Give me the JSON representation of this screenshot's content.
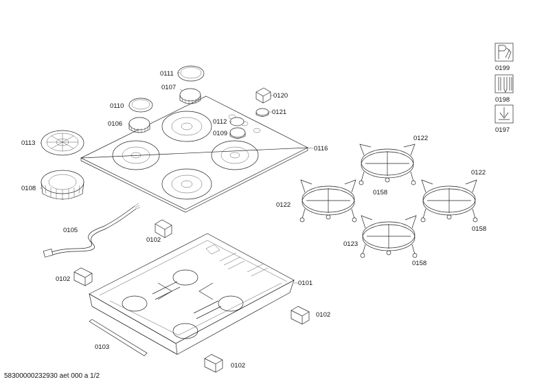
{
  "labels": {
    "p0111": "0111",
    "p0107": "0107",
    "p0120": "0120",
    "p0110": "0110",
    "p0121": "0121",
    "p0112": "0112",
    "p0106": "0106",
    "p0109": "0109",
    "p0113": "0113",
    "p0116": "0116",
    "p0108": "0108",
    "p0122a": "0122",
    "p0122b": "0122",
    "p0122c": "0122",
    "p0158a": "0158",
    "p0158b": "0158",
    "p0158c": "0158",
    "p0123": "0123",
    "p0105": "0105",
    "p0102a": "0102",
    "p0102b": "0102",
    "p0102c": "0102",
    "p0102d": "0102",
    "p0101": "0101",
    "p0103": "0103",
    "p0199": "0199",
    "p0198": "0198",
    "p0197": "0197"
  },
  "footer": {
    "doc_id": "58300000232930 aet 000 a 1/2"
  },
  "icons": {
    "service_manual": "wrench-document-icon",
    "tools": "tools-icon",
    "installation": "installation-arrow-icon"
  }
}
